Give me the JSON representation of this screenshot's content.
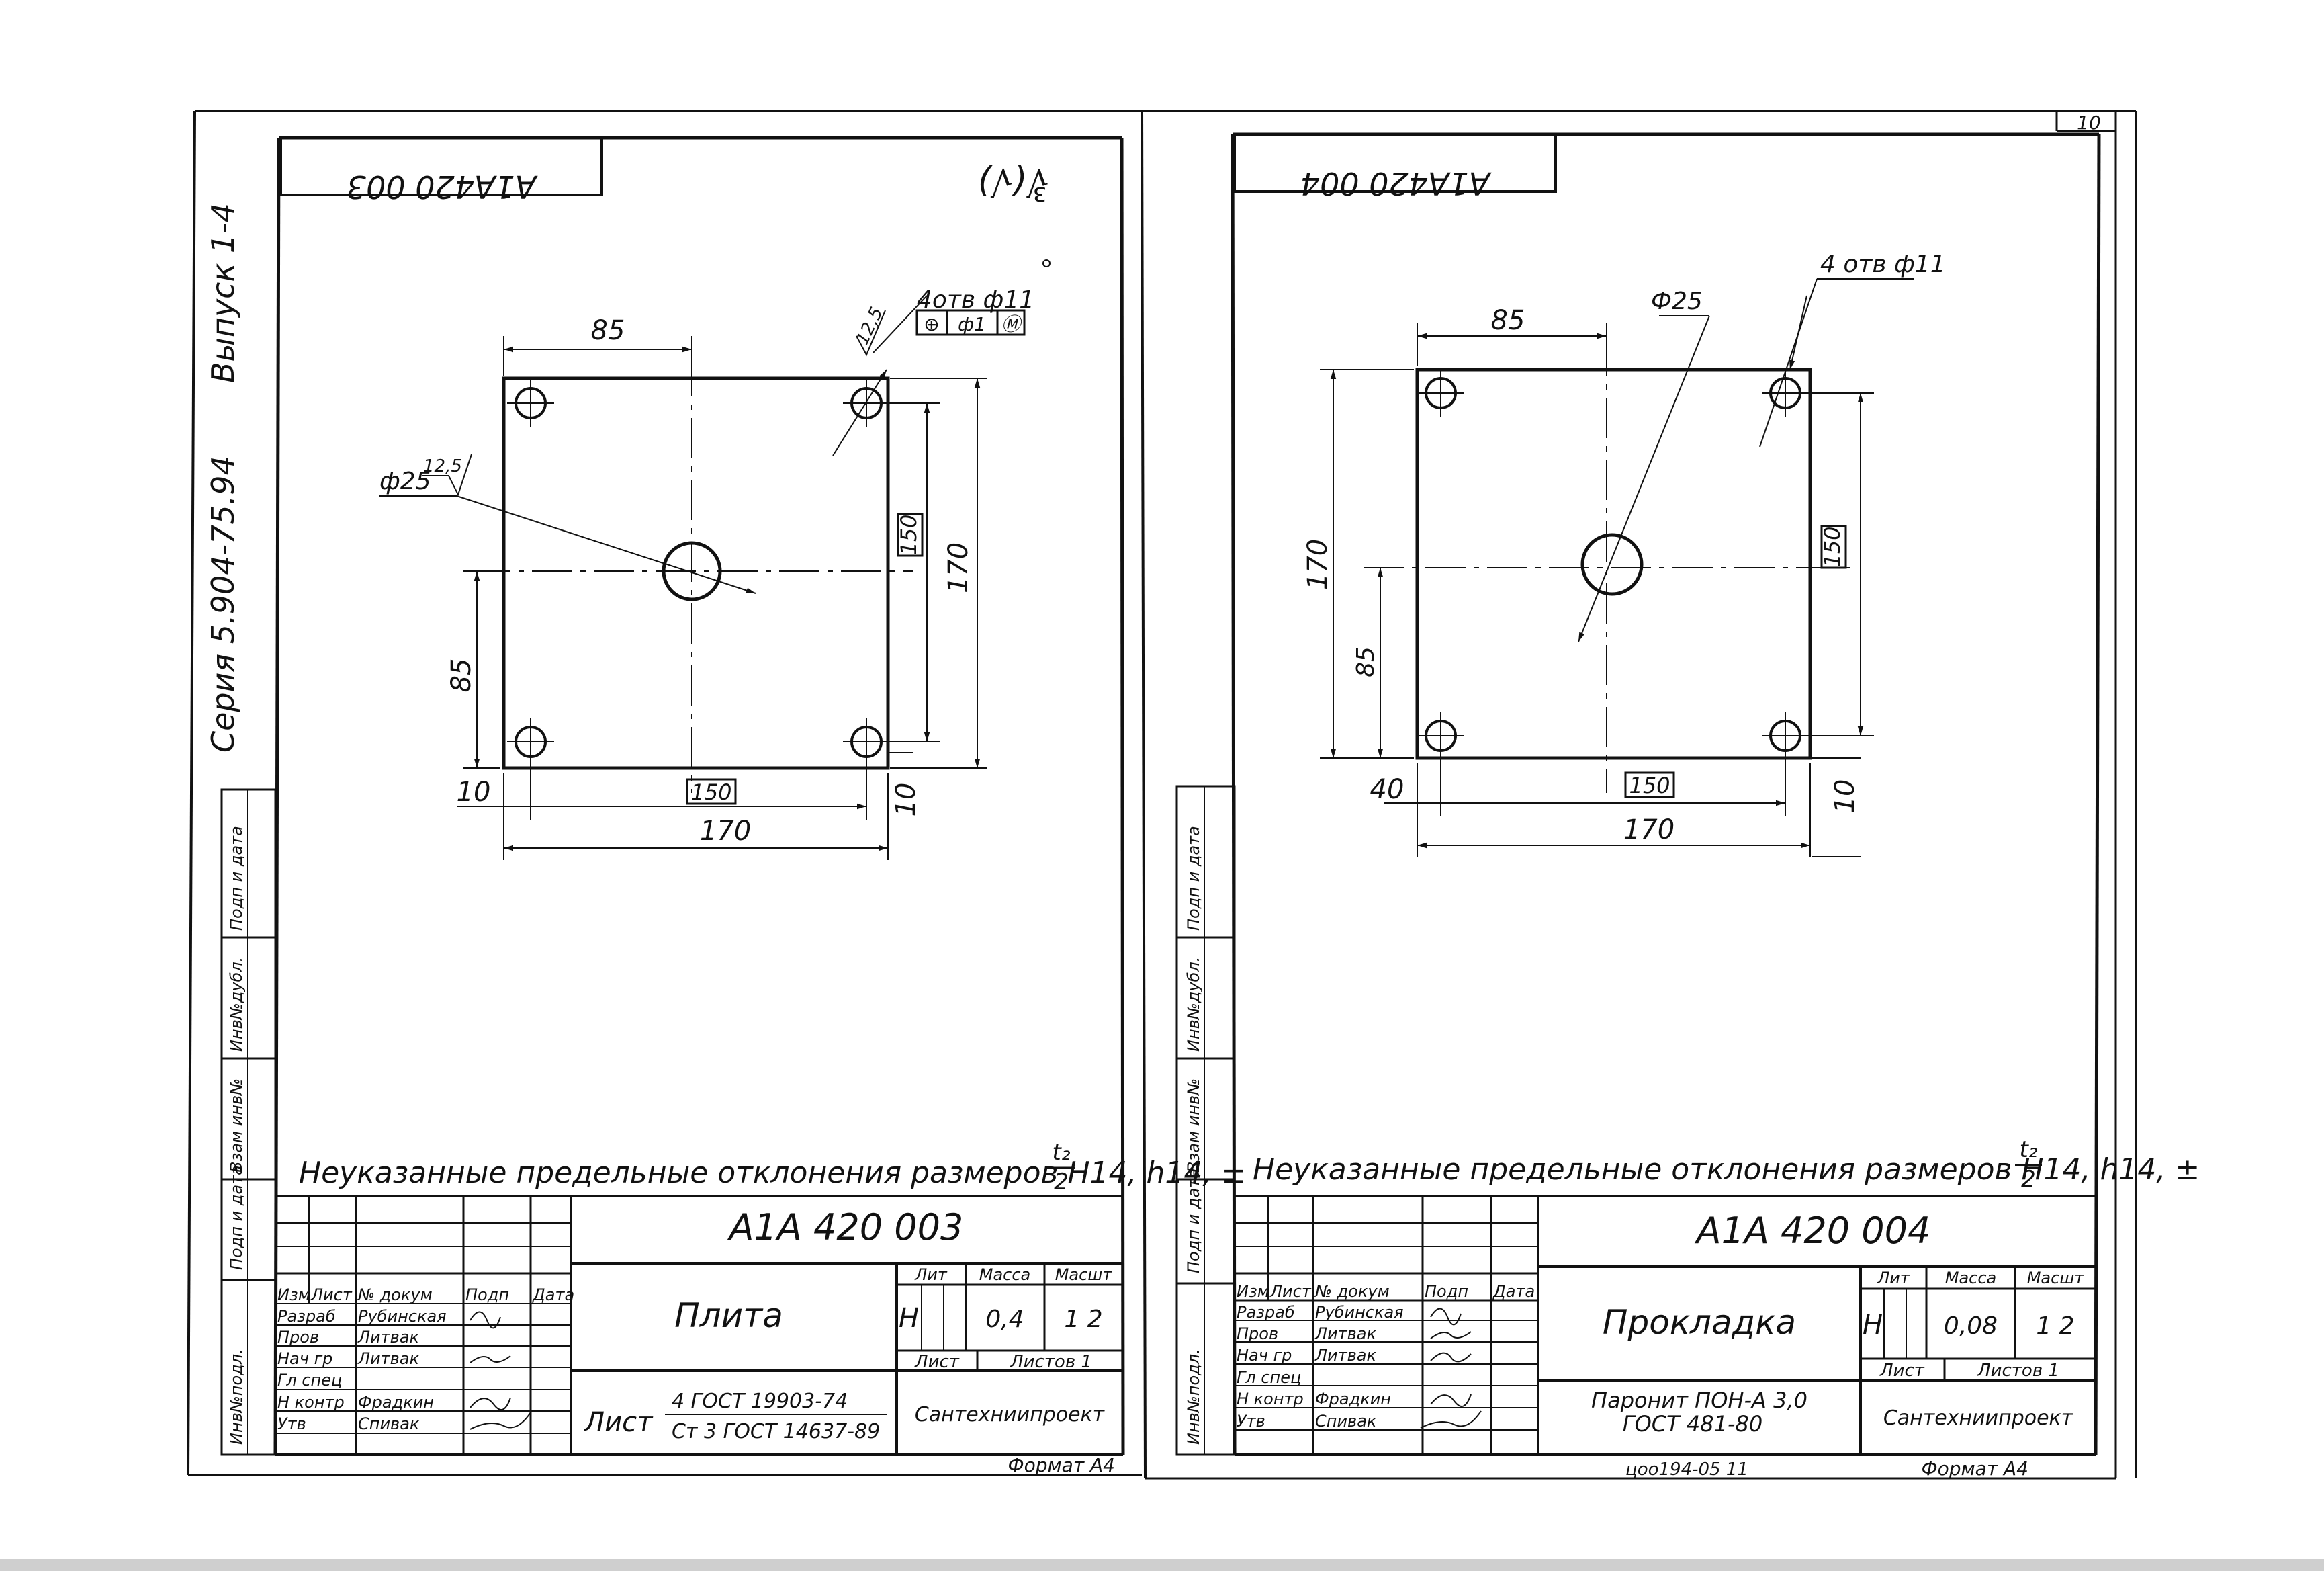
{
  "series_text": "Серия 5.904-75.94",
  "issue_text": "Выпуск 1-4",
  "page_number": "10",
  "side_labels": [
    "Инв№подл.",
    "Подп и дата",
    "Взам инв№",
    "Инв№дубл.",
    "Подп и дата"
  ],
  "sheets": [
    {
      "id": "left",
      "doc_code_rotated": "А1А420 003",
      "surface_mark": "∛(√)",
      "note": "Неуказанные предельные отклонения размеров H14, h14, ±",
      "note_fraction": {
        "num": "t₂",
        "den": "2"
      },
      "callout_holes": "4отв ф11",
      "tolerance_frame": [
        "⊕",
        "ф1",
        "Ⓜ"
      ],
      "callout_center": "ф25",
      "roughness_top": "12,5",
      "roughness_center": "12,5",
      "dim_top": "85",
      "dim_left": "85",
      "dim_right_box": "150",
      "dim_right": "170",
      "dim_bottom_offset": "10",
      "dim_bottom_box": "150",
      "dim_bottom": "170",
      "dim_right_offset": "10",
      "title_block": {
        "designation": "А1А 420 003",
        "name": "Плита",
        "lit_header": "Лит",
        "mass_header": "Масса",
        "scale_header": "Масшт",
        "lit": "Н",
        "mass": "0,4",
        "scale": "1 2",
        "sheet_label": "Лист",
        "sheets_label": "Листов 1",
        "material_prefix": "Лист",
        "material_top": "4 ГОСТ 19903-74",
        "material_bottom": "Ст 3 ГОСТ 14637-89",
        "organization": "Сантехниипроект",
        "format": "Формат А4",
        "header_row": [
          "Изм",
          "Лист",
          "№ докум",
          "Подп",
          "Дата"
        ],
        "rows": [
          [
            "Разраб",
            "Рубинская"
          ],
          [
            "Пров",
            "Литвак"
          ],
          [
            "Нач гр",
            "Литвак"
          ],
          [
            "Гл спец",
            ""
          ],
          [
            "Н контр",
            "Фрадкин"
          ],
          [
            "Утв",
            "Спивак"
          ]
        ]
      }
    },
    {
      "id": "right",
      "doc_code_rotated": "А1А420 004",
      "note": "Неуказанные предельные отклонения размеров H14, h14, ±",
      "note_fraction": {
        "num": "t₂",
        "den": "2"
      },
      "callout_holes": "4 отв ф11",
      "callout_center": "Ф25",
      "dim_top": "85",
      "dim_left_outer": "170",
      "dim_left": "85",
      "dim_right_box": "150",
      "dim_bottom_offset": "40",
      "dim_bottom_box": "150",
      "dim_bottom": "170",
      "dim_right_offset": "10",
      "title_block": {
        "designation": "А1А 420 004",
        "name": "Прокладка",
        "lit_header": "Лит",
        "mass_header": "Масса",
        "scale_header": "Масшт",
        "lit": "Н",
        "mass": "0,08",
        "scale": "1 2",
        "sheet_label": "Лист",
        "sheets_label": "Листов 1",
        "material_top": "Паронит ПОН-А 3,0",
        "material_bottom": "ГОСТ 481-80",
        "organization": "Сантехниипроект",
        "format": "Формат А4",
        "stamp": "цоо194-05  11",
        "header_row": [
          "Изм",
          "Лист",
          "№ докум",
          "Подп",
          "Дата"
        ],
        "rows": [
          [
            "Разраб",
            "Рубинская"
          ],
          [
            "Пров",
            "Литвак"
          ],
          [
            "Нач гр",
            "Литвак"
          ],
          [
            "Гл спец",
            ""
          ],
          [
            "Н контр",
            "Фрадкин"
          ],
          [
            "Утв",
            "Спивак"
          ]
        ]
      }
    }
  ]
}
